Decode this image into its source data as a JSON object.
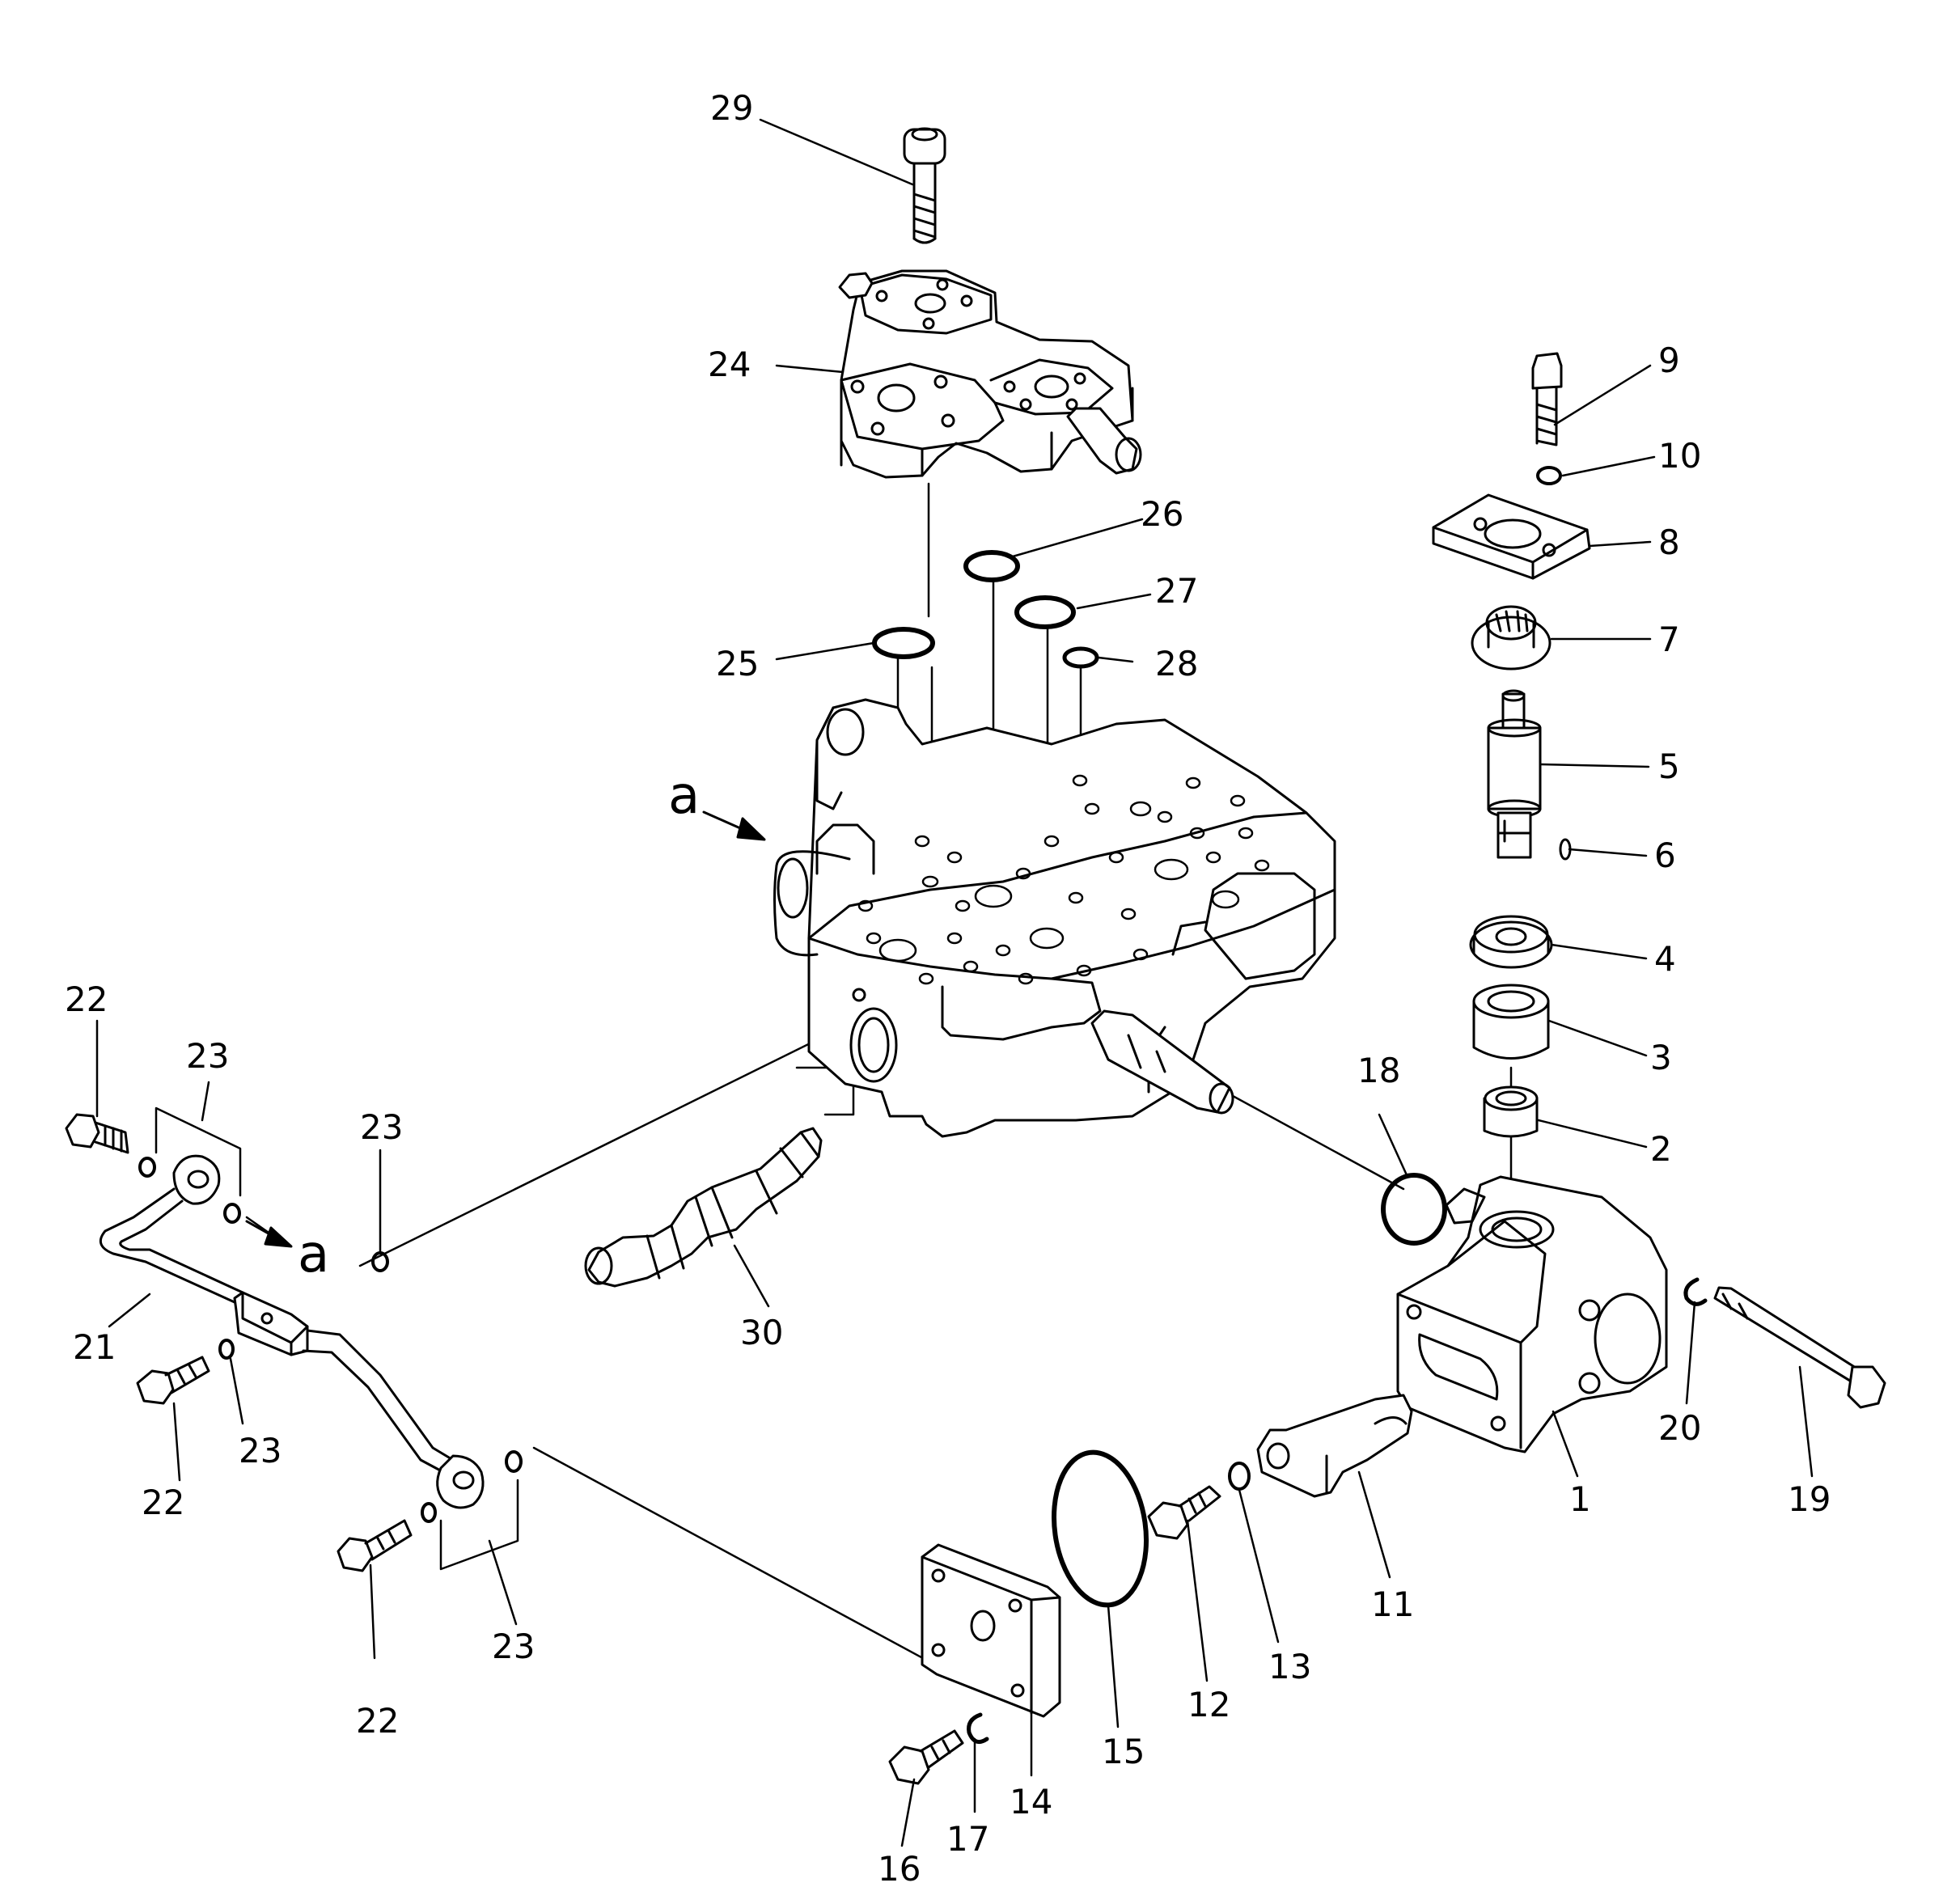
{
  "diagram": {
    "callouts": {
      "c1": "1",
      "c2": "2",
      "c3": "3",
      "c4": "4",
      "c5": "5",
      "c6": "6",
      "c7": "7",
      "c8": "8",
      "c9": "9",
      "c10": "10",
      "c11": "11",
      "c12": "12",
      "c13": "13",
      "c14": "14",
      "c15": "15",
      "c16": "16",
      "c17": "17",
      "c18": "18",
      "c19": "19",
      "c20": "20",
      "c21": "21",
      "c22": "22",
      "c23": "23",
      "c24": "24",
      "c25": "25",
      "c26": "26",
      "c27": "27",
      "c28": "28",
      "c29": "29",
      "c30": "30"
    },
    "view_marker": "a"
  }
}
